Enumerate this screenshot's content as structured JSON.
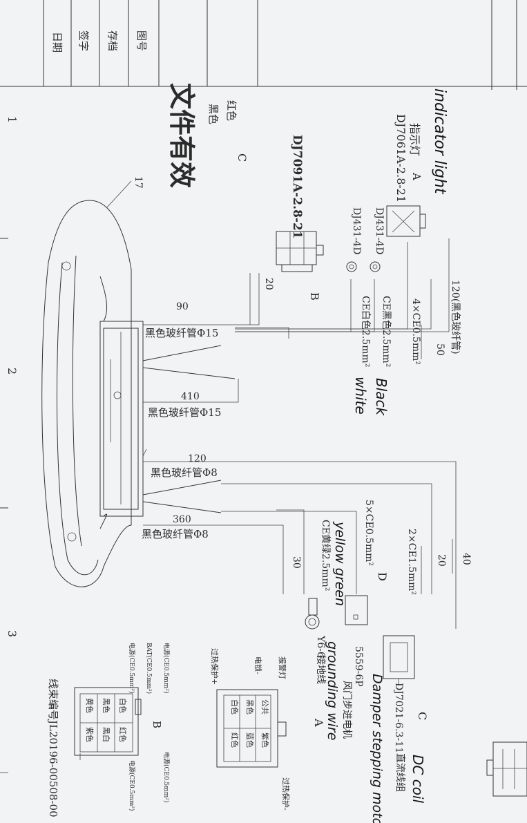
{
  "title_block": {
    "drawing": "图号",
    "archive": "存档",
    "signature": "签字",
    "date": "日期"
  },
  "stamp": "文件有效",
  "zone_numbers": [
    "1",
    "2",
    "3"
  ],
  "connectors": {
    "A": {
      "part": "DJ7061A-2.8-21",
      "name": "指示灯",
      "letter": "A",
      "handwritten": "indicator light"
    },
    "B": {
      "part": "DJ7091A-2.8-21",
      "letter": "B"
    },
    "C": {
      "part": "DJ7021-6.3-11",
      "name": "直流线组",
      "letter": "C",
      "handwritten": "DC coil",
      "colors": [
        "红色",
        "黑色"
      ]
    },
    "D": {
      "part": "5559-6P",
      "name": "风门步进电机",
      "letter": "D",
      "handwritten": "Damper stepping motor"
    },
    "ring_terminals": [
      "DJ431-4D",
      "DJ431-4D"
    ],
    "ground": {
      "part": "Y6-6",
      "name": "接地线",
      "letter": "A",
      "handwritten": "grounding wire"
    }
  },
  "wire_labels": {
    "a_ce": "4×CE0.5mm²",
    "black": "CE黑色2.5mm²",
    "white": "CE白色2.5mm²",
    "hw_black": "Black",
    "hw_white": "white",
    "tube_120": "120(黑色玻纤管)",
    "d_ce": "5×CE0.5mm²",
    "yellow_green": "CE黄绿2.5mm²",
    "hw_yellow_green": "yellow green",
    "c_ce": "2×CE1.5mm²"
  },
  "dimensions": {
    "d20_top": "20",
    "d50": "50",
    "d90": "90",
    "sleeve1": "黑色玻纤管Φ15",
    "d410": "410",
    "sleeve2": "黑色玻纤管Φ15",
    "d120": "120",
    "sleeve3": "黑色玻纤管Φ8",
    "d360": "360",
    "sleeve4": "黑色玻纤管Φ8",
    "d30": "30",
    "d20_bottom": "20",
    "d40": "40"
  },
  "part_number": "17",
  "pinout_D": {
    "labels": [
      "公共",
      "黑色",
      "白色",
      "紫色",
      "蓝色",
      "红色"
    ],
    "left_notes": [
      "报警灯",
      "电锁-",
      "过热保护+",
      "过热保护-"
    ]
  },
  "pinout_B": {
    "letter": "B",
    "cells": [
      "白色",
      "红色",
      "黑色",
      "黑白",
      "黄色",
      "紫色"
    ],
    "notes": [
      "电源(CE0.5mm²)",
      "BAT(CE0.5mm²)",
      "电源(CE0.5mm²)",
      "电源(CE0.5mm²)",
      "电源(CE0.5mm²)"
    ]
  },
  "bottom_code": "线束编号JL20196-00508-00"
}
